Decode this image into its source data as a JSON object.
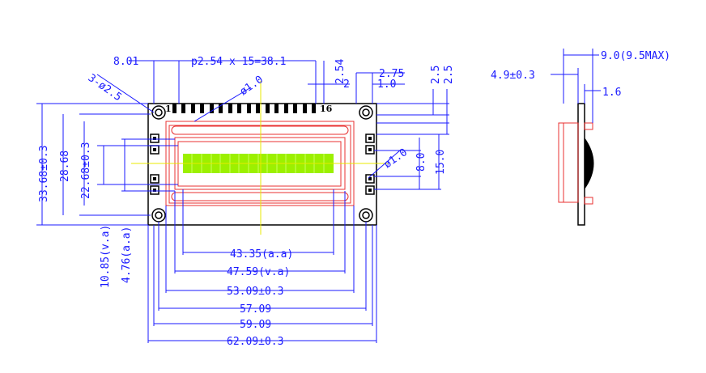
{
  "dimensions": {
    "top_offset": "8.01",
    "pitch": "p2.54 x 15=38.1",
    "pin_spacing": "2.54",
    "pin_hole": "2.75",
    "mount_hole": "3-ø2.5",
    "pin_dia": "ø1.0",
    "pad_dia": "ø1.0",
    "edge_2": "2",
    "edge_1": "1.0",
    "right_25a": "2.5",
    "right_25b": "2.5",
    "h_8": "8.0",
    "h_15": "15.0",
    "h_33": "33.68±0.3",
    "h_28": "28.68",
    "h_22": "22.68±0.3",
    "h_va": "10.85(v.a)",
    "h_aa": "4.76(a.a)",
    "w_aa": "43.35(a.a)",
    "w_va": "47.59(v.a)",
    "w_53": "53.09±0.3",
    "w_57": "57.09",
    "w_59": "59.09",
    "w_62": "62.09±0.3",
    "side_thick": "4.9±0.3",
    "side_max": "9.0(9.5MAX)",
    "side_16": "1.6"
  },
  "pin_labels": {
    "first": "1",
    "last": "16"
  },
  "colors": {
    "dimension": "#1a1aff",
    "outline": "#e83030",
    "display": "#9cf000",
    "centerline": "#e8e800"
  }
}
